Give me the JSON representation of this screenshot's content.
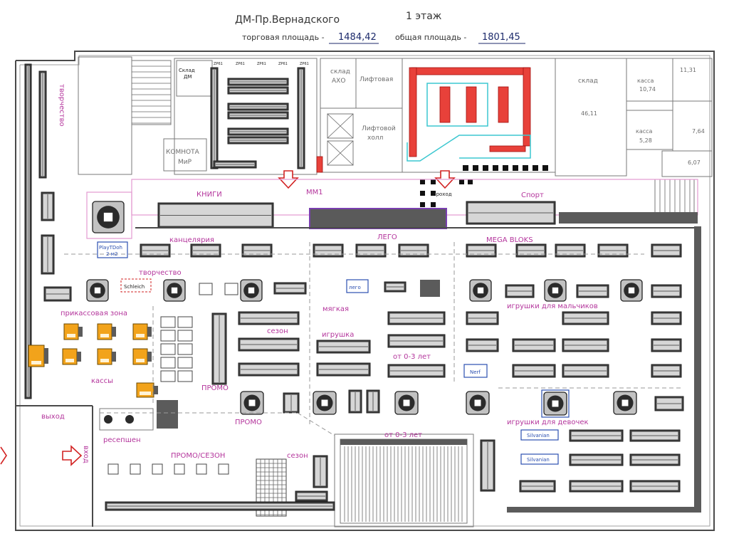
{
  "header": {
    "title": "ДМ-Пр.Вернадского",
    "floor": "1 этаж",
    "sales_area_label": "торговая площадь -",
    "sales_area_value": "1484,42",
    "total_area_label": "общая площадь -",
    "total_area_value": "1801,45"
  },
  "service_rooms": {
    "creativity_vertical": "творчество",
    "dm_storage_1": "Склад",
    "dm_storage_2": "ДМ",
    "aho_storage_1": "склад",
    "aho_storage_2": "АХО",
    "elevator_room": "Лифтовая",
    "elevator_hall_1": "Лифтовой",
    "elevator_hall_2": "холл",
    "mir_room_1": "КОМНОТА",
    "mir_room_2": "МиР",
    "warehouse": "склад",
    "warehouse_area": "46,11",
    "cash_room_1": "касса",
    "cash_room_1_area": "10,74",
    "room_area_a": "11,31",
    "room_area_b": "7,64",
    "cash_room_2": "касса",
    "cash_room_2_area": "5,28",
    "room_area_c": "6,07",
    "storage_tags": [
      "ZP61",
      "ZP61",
      "ZP61",
      "ZP61",
      "ZP61"
    ]
  },
  "zones": {
    "books": "КНИГИ",
    "mm1": "ММ1",
    "passage": "проход",
    "sport": "Спорт",
    "stationery": "канцелярия",
    "lego": "ЛЕГО",
    "mega_bloks": "MEGA BLOKS",
    "playdoh_1": "PlayTDoh",
    "playdoh_2": "2 м2",
    "creativity": "творчество",
    "schleich": "Schleich",
    "lego_small": "лего",
    "checkout_zone": "прикассовая зона",
    "soft_toys_1": "мягкая",
    "soft_toys_2": "игрушка",
    "season_1": "сезон",
    "age_0_3_1": "от 0-3 лет",
    "boys_toys": "игрушки для мальчиков",
    "checkouts": "кассы",
    "nerf": "Nerf",
    "promo_1": "ПРОМО",
    "promo_2": "ПРОМО",
    "girls_toys": "игрушки для девочек",
    "exit": "выход",
    "entrance": "вход",
    "reception": "ресепшен",
    "age_0_3_2": "от 0-3 лет",
    "sylvanian_1": "Silvanian",
    "sylvanian_2": "Silvanian",
    "promo_season": "ПРОМО/СЕЗОН",
    "season_2": "сезон"
  },
  "colors": {
    "zone_label": "#b4359c",
    "area_value": "#1c2a6b",
    "cash_desk": "#f2a31b",
    "red_fixture": "#e8413a",
    "cyan_outline": "#3cc7d0"
  }
}
